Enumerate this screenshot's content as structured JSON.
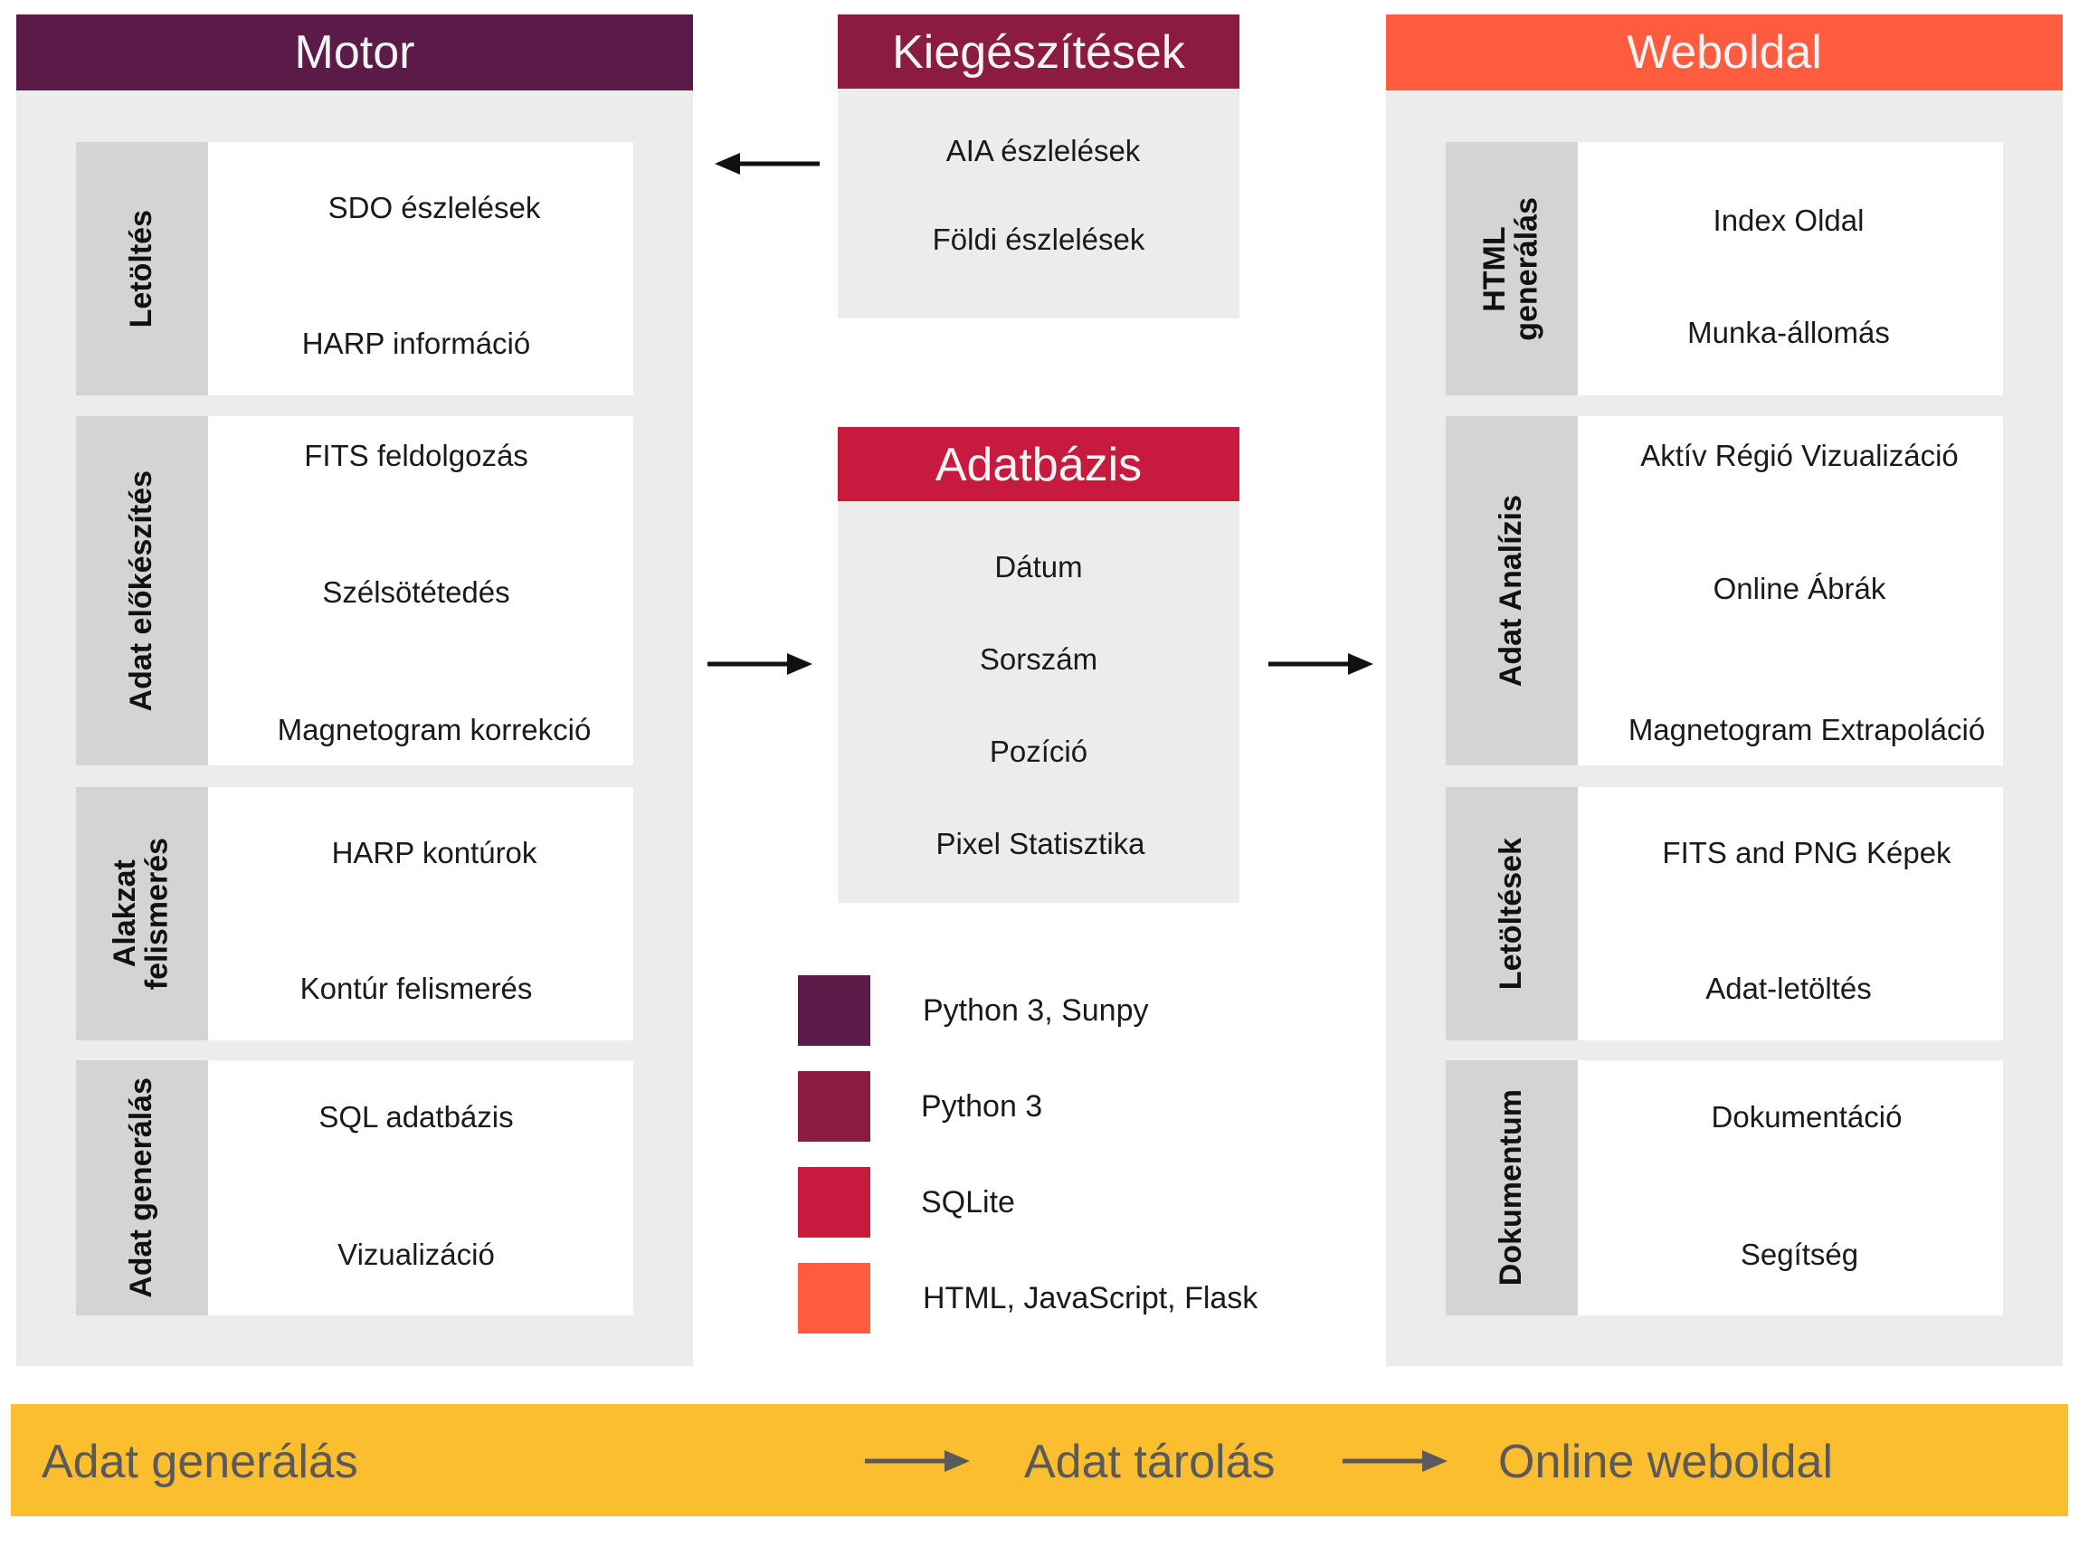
{
  "colors": {
    "python_sunpy": "#5b1a47",
    "python3": "#8b1c40",
    "sqlite": "#c81a3f",
    "web": "#ff5b3f",
    "banner": "#fbbe2e",
    "panel": "#ececec",
    "label_bg": "#d4d4d4"
  },
  "motor": {
    "title": "Motor",
    "sections": [
      {
        "label": "Letöltés",
        "items": [
          "SDO észlelések",
          "HARP információ"
        ]
      },
      {
        "label": "Adat előkészítés",
        "items": [
          "FITS  feldolgozás",
          "Szélsötétedés",
          "Magnetogram korrekció"
        ]
      },
      {
        "label_lines": [
          "Alakzat",
          "felismerés"
        ],
        "items": [
          "HARP  kontúrok",
          "Kontúr felismerés"
        ]
      },
      {
        "label": "Adat generálás",
        "items": [
          "SQL adatbázis",
          "Vizualizáció"
        ]
      }
    ]
  },
  "extensions": {
    "title": "Kiegészítések",
    "items": [
      "AIA észlelések",
      "Földi észlelések"
    ]
  },
  "database": {
    "title": "Adatbázis",
    "items": [
      "Dátum",
      "Sorszám",
      "Pozíció",
      "Pixel Statisztika"
    ]
  },
  "website": {
    "title": "Weboldal",
    "sections": [
      {
        "label_lines": [
          "HTML",
          "generálás"
        ],
        "items": [
          "Index Oldal",
          "Munka-állomás"
        ]
      },
      {
        "label": "Adat Analízis",
        "items": [
          "Aktív Régió Vizualizáció",
          "Online Ábrák",
          "Magnetogram  Extrapoláció"
        ]
      },
      {
        "label": "Letöltések",
        "items": [
          "FITS and PNG Képek",
          "Adat-letöltés"
        ]
      },
      {
        "label": "Dokumentum",
        "items": [
          "Dokumentáció",
          "Segítség"
        ]
      }
    ]
  },
  "legend": [
    {
      "label": "Python 3, Sunpy",
      "color": "#5b1a47"
    },
    {
      "label": "Python 3",
      "color": "#8b1c40"
    },
    {
      "label": "SQLite",
      "color": "#c81a3f"
    },
    {
      "label": "HTML, JavaScript, Flask",
      "color": "#ff5b3f"
    }
  ],
  "pipeline": {
    "stage1": "Adat generálás",
    "stage2": "Adat tárolás",
    "stage3": "Online weboldal"
  }
}
